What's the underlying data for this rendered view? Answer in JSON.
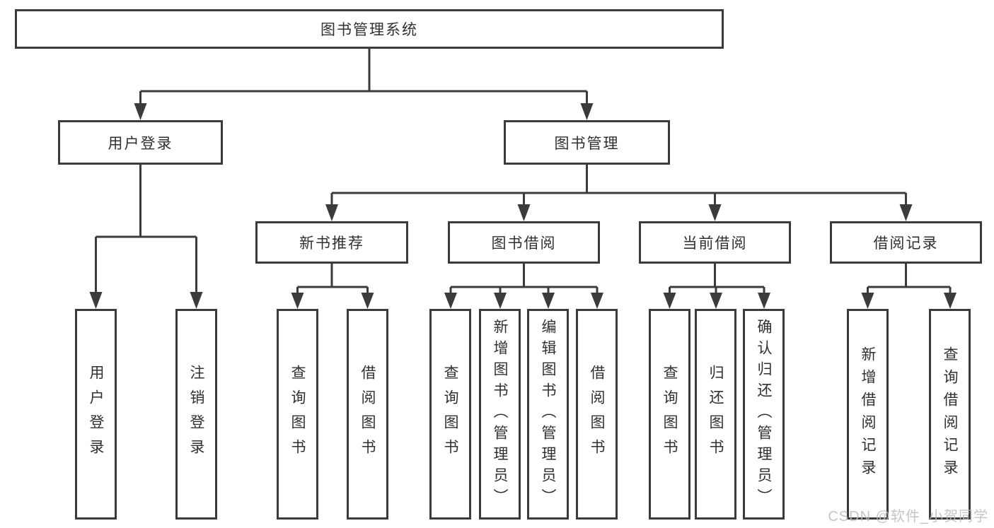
{
  "colors": {
    "line": "#3b3b3b",
    "text": "#303030",
    "watermark": "#b9bcc0"
  },
  "tree": {
    "root": {
      "label": "图书管理系统"
    },
    "branches": [
      {
        "label": "用户登录",
        "children": [
          {
            "label": "用户登录"
          },
          {
            "label": "注销登录"
          }
        ]
      },
      {
        "label": "图书管理",
        "sections": [
          {
            "label": "新书推荐",
            "children": [
              {
                "label": "查询图书"
              },
              {
                "label": "借阅图书"
              }
            ]
          },
          {
            "label": "图书借阅",
            "children": [
              {
                "label": "查询图书"
              },
              {
                "label": "新增图书（管理员）"
              },
              {
                "label": "编辑图书（管理员）"
              },
              {
                "label": "借阅图书"
              }
            ]
          },
          {
            "label": "当前借阅",
            "children": [
              {
                "label": "查询图书"
              },
              {
                "label": "归还图书"
              },
              {
                "label": "确认归还（管理员）"
              }
            ]
          },
          {
            "label": "借阅记录",
            "children": [
              {
                "label": "新增借阅记录"
              },
              {
                "label": "查询借阅记录"
              }
            ]
          }
        ]
      }
    ]
  },
  "watermark": {
    "text": "CSDN @软件_小贺同学"
  }
}
